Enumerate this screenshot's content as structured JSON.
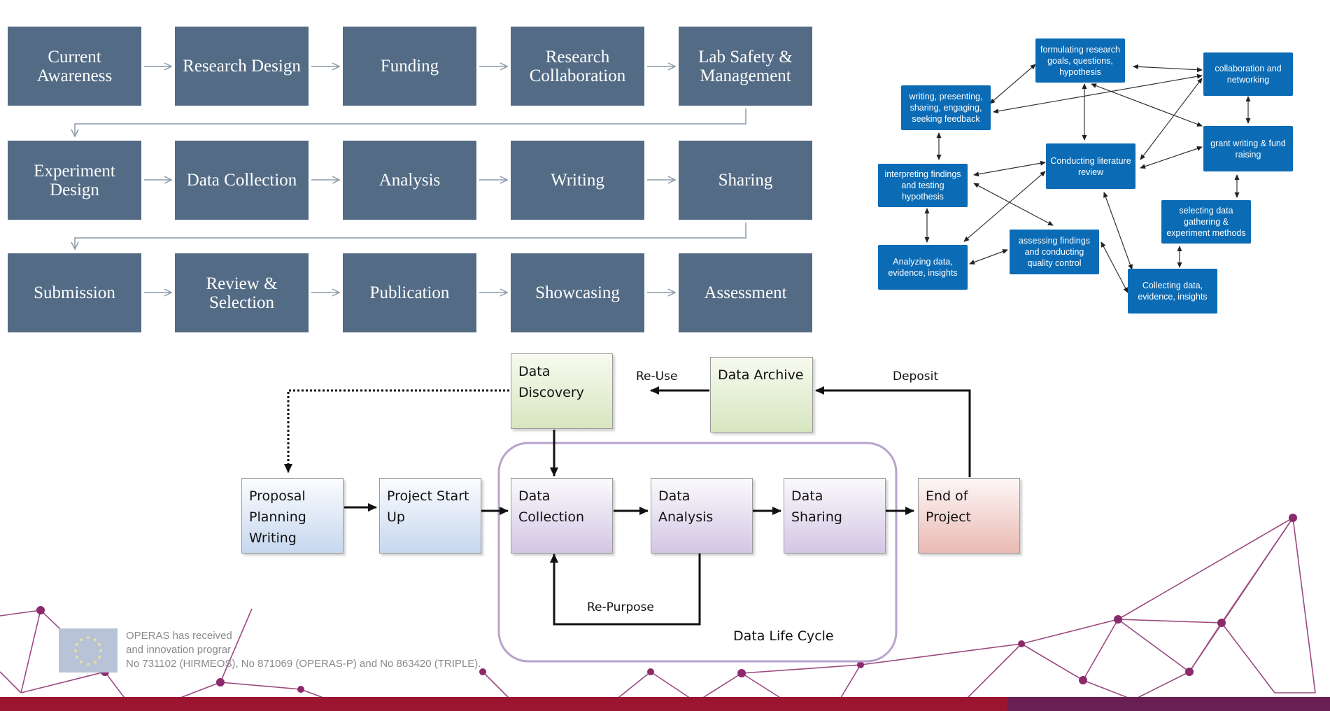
{
  "flow": {
    "rows": [
      [
        "Current Awareness",
        "Research Design",
        "Funding",
        "Research Collaboration",
        "Lab Safety & Management"
      ],
      [
        "Experiment Design",
        "Data Collection",
        "Analysis",
        "Writing",
        "Sharing"
      ],
      [
        "Submission",
        "Review & Selection",
        "Publication",
        "Showcasing",
        "Assessment"
      ]
    ]
  },
  "cycle": {
    "nodes": {
      "formulating": "formulating research goals, questions, hypothesis",
      "collaboration": "collaboration and networking",
      "writing": "writing, presenting, sharing, engaging, seeking feedback",
      "grant": "grant writing & fund raising",
      "literature": "Conducting literature review",
      "interpreting": "interpreting findings and testing hypothesis",
      "selecting": "selecting data gathering & experiment methods",
      "assessing": "assessing findings and conducting quality control",
      "analyzing": "Analyzing data, evidence, insights",
      "collecting": "Collecting data, evidence, insights"
    }
  },
  "lifecycle": {
    "discovery": "Data Discovery",
    "archive": "Data Archive",
    "proposal": "Proposal Planning Writing",
    "startup": "Project Start Up",
    "collection": "Data Collection",
    "analysis": "Data Analysis",
    "sharing": "Data Sharing",
    "end": "End of Project",
    "reuse": "Re-Use",
    "deposit": "Deposit",
    "repurpose": "Re-Purpose",
    "title": "Data Life Cycle"
  },
  "footer": {
    "line1": "OPERAS has received",
    "line2": "and innovation prograr",
    "line3": "No 731102 (HIRMEOS), No 871069 (OPERAS-P) and No 863420 (TRIPLE)."
  },
  "colors": {
    "slate": "#536b85",
    "blue": "#0b6bb5",
    "maroon": "#9b1430",
    "purple": "#6a1f54"
  }
}
